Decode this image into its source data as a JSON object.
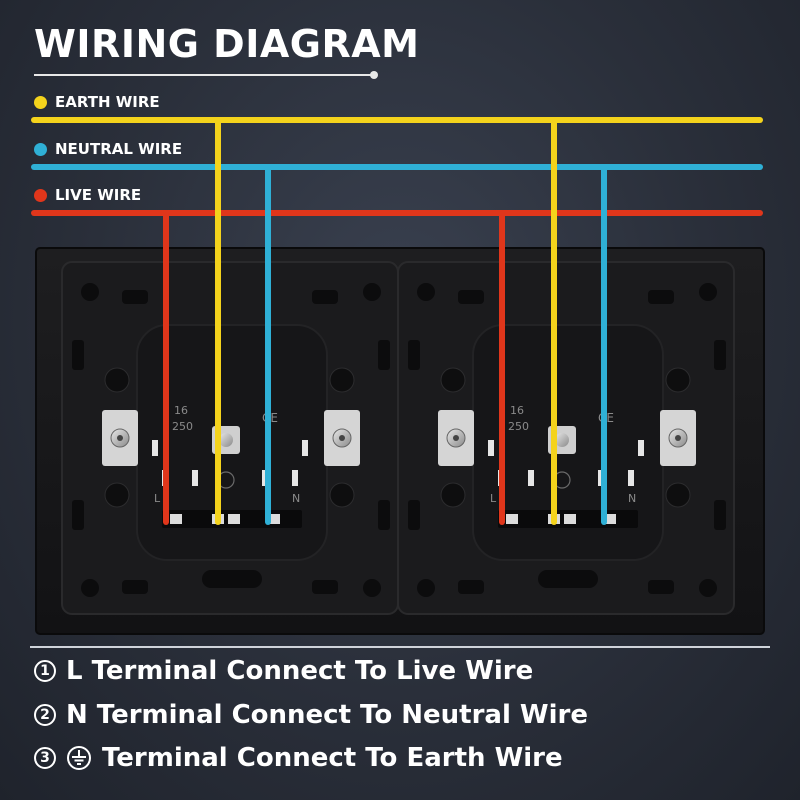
{
  "title": "WIRING DIAGRAM",
  "legend": [
    {
      "label": "EARTH WIRE",
      "color": "#f4d31c"
    },
    {
      "label": "NEUTRAL WIRE",
      "color": "#2fb0d6"
    },
    {
      "label": "LIVE WIRE",
      "color": "#e0361b"
    }
  ],
  "socket_markings": {
    "rating_current": "16",
    "rating_voltage": "250",
    "ce_mark": "CE",
    "live_terminal": "L",
    "neutral_terminal": "N"
  },
  "instructions": [
    {
      "number": "1",
      "symbol": "",
      "text": "L Terminal Connect To Live Wire"
    },
    {
      "number": "2",
      "symbol": "",
      "text": "N Terminal Connect To Neutral Wire"
    },
    {
      "number": "3",
      "symbol": "earth-ground-icon",
      "text": "Terminal Connect To Earth Wire"
    }
  ]
}
